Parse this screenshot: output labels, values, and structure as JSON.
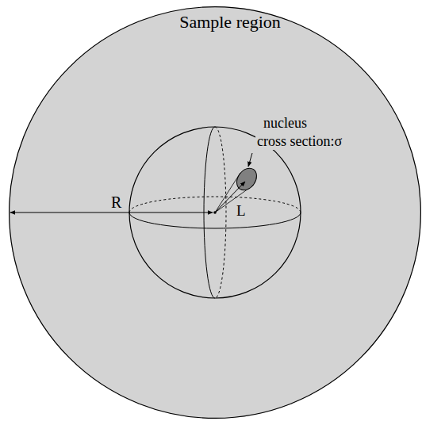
{
  "diagram": {
    "nodes": [
      {
        "text": [
          "Sample region"
        ]
      }
    ],
    "labels": [
      "R",
      "L",
      "nucleus",
      "cross section:σ"
    ]
  }
}
